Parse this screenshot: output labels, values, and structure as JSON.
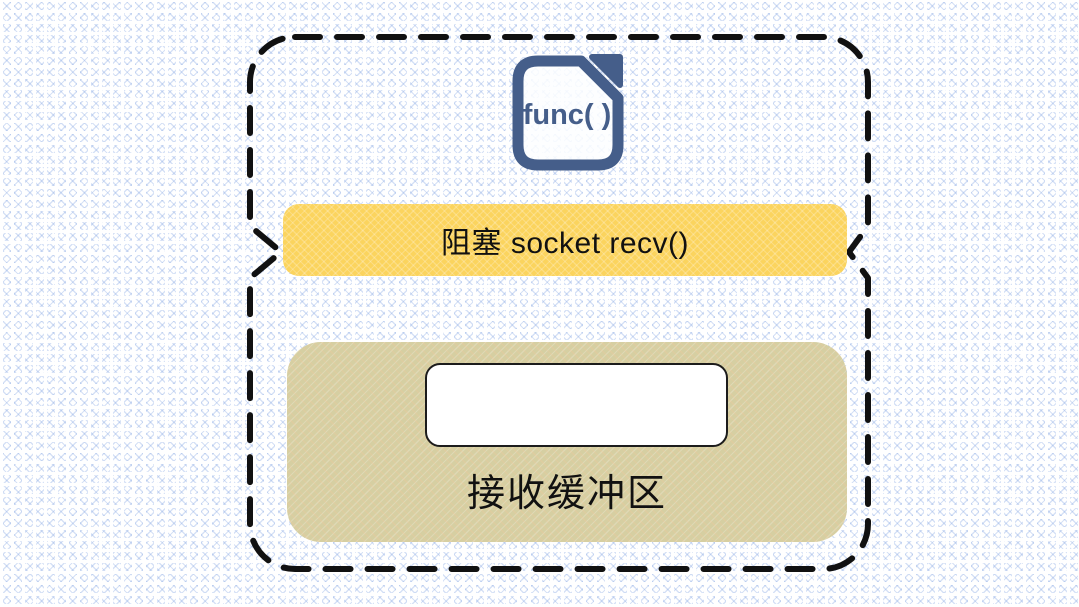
{
  "diagram": {
    "func_icon": {
      "label": "func( )"
    },
    "blocking_bar": {
      "label": "阻塞 socket recv()"
    },
    "receive_buffer": {
      "label": "接收缓冲区",
      "slot_value": ""
    },
    "colors": {
      "icon_blue": "#455e8a",
      "bar_yellow": "#fbd45e",
      "buffer_tan": "#d6cfa2",
      "dash_black": "#111111",
      "pattern_blue": "#c9d9f2",
      "slot_white": "#ffffff"
    }
  }
}
